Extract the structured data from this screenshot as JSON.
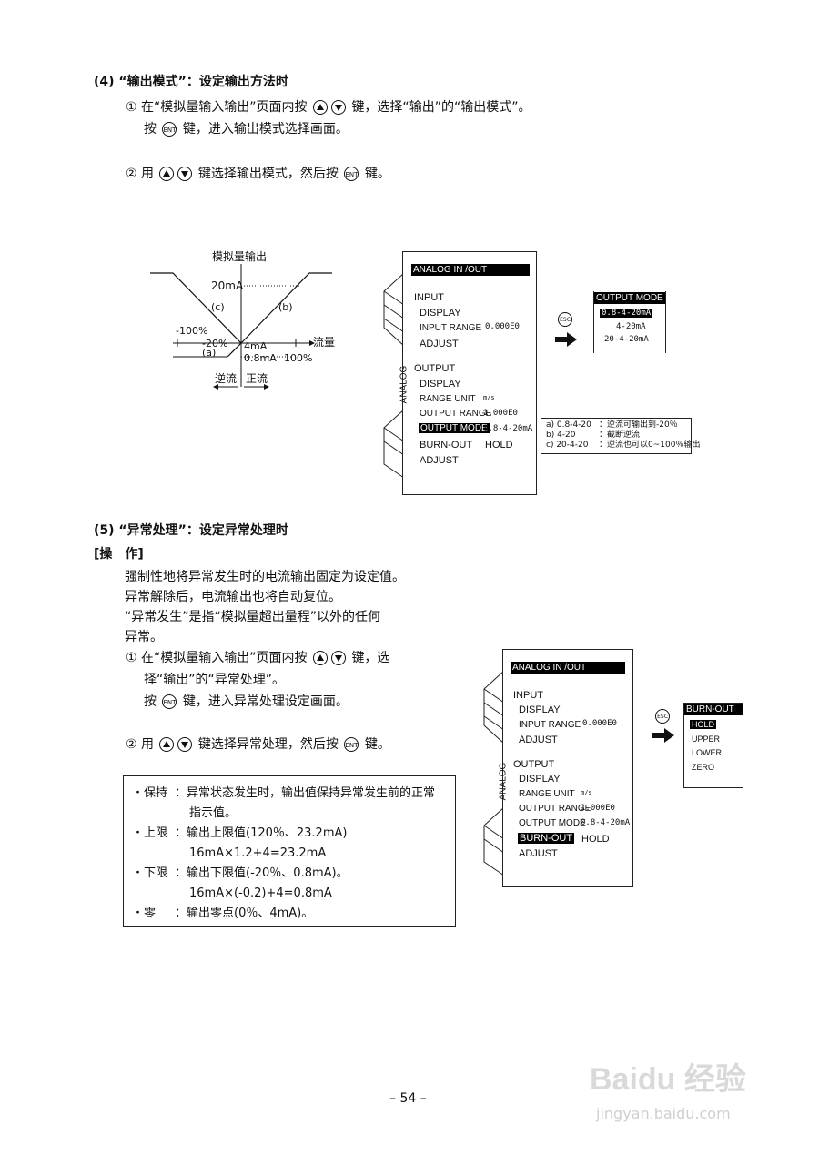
{
  "section4": {
    "heading": "(4) “输出模式”：设定输出方法时",
    "step1_circle": "①",
    "step1_a": "在“模拟量输入输出”页面内按",
    "step1_b": "键，选择“输出”的“输出模式”。",
    "step1_c": "按",
    "step1_d": "键，进入输出模式选择画面。",
    "step2_circle": "②",
    "step2_a": "用",
    "step2_b": "键选择输出模式，然后按",
    "step2_c": "键。"
  },
  "keys": {
    "ent": "ENT",
    "esc": "ESC"
  },
  "graph": {
    "title": "模拟量输出",
    "label_20ma": "20mA",
    "label_c": "(c)",
    "label_b": "(b)",
    "label_neg100": "-100%",
    "label_neg20": "-20%",
    "label_a": "(a)",
    "label_4ma": "4mA",
    "label_08ma": "0.8mA",
    "label_100": "100%",
    "label_flow": "流量",
    "label_reverse": "逆流",
    "label_forward": "正流"
  },
  "screen1": {
    "title": "ANALOG IN /OUT",
    "side_label": "ANALOG",
    "input": "INPUT",
    "display": "DISPLAY",
    "input_range": "INPUT RANGE",
    "input_range_val": "0.000E0",
    "adjust": "ADJUST",
    "output": "OUTPUT",
    "display2": "DISPLAY",
    "range_unit": "RANGE UNIT",
    "range_unit_val": "m/s",
    "output_range": "OUTPUT RANGE",
    "output_range_val": "1.000E0",
    "output_mode": "OUTPUT MODE",
    "output_mode_val": "0.8-4-20mA",
    "burn_out": "BURN-OUT",
    "burn_out_val": "HOLD",
    "adjust2": "ADJUST"
  },
  "popup1": {
    "title": "OUTPUT MODE",
    "opt1": "0.8-4-20mA",
    "opt2": "4-20mA",
    "opt3": "20-4-20mA"
  },
  "legend1": {
    "a_key": "a) 0.8-4-20",
    "a_val": "：逆流可输出到-20％",
    "b_key": "b) 4-20",
    "b_val": "：截断逆流",
    "c_key": "c) 20-4-20",
    "c_val": "：逆流也可以0~100％输出"
  },
  "section5": {
    "heading": "(5) “异常处理”：设定异常处理时",
    "op_heading": "[操　作]",
    "p1": "强制性地将异常发生时的电流输出固定为设定值。",
    "p2": "异常解除后，电流输出也将自动复位。",
    "p3": "“异常发生”是指“模拟量超出量程”以外的任何",
    "p4": "异常。",
    "step1_circle": "①",
    "step1_a": "在“模拟量输入输出”页面内按",
    "step1_b": "键，选",
    "step1_c": "择“输出”的“异常处理”。",
    "step1_d": "按",
    "step1_e": "键，进入异常处理设定画面。",
    "step2_circle": "②",
    "step2_a": "用",
    "step2_b": "键选择异常处理，然后按",
    "step2_c": "键。"
  },
  "notes": {
    "hold_k": "・保持",
    "hold_v1": "：异常状态发生时，输出值保持异常发生前的正常",
    "hold_v2": "指示值。",
    "upper_k": "・上限",
    "upper_v1": "：输出上限值(120％、23.2mA)",
    "upper_v2": "16mA×1.2+4=23.2mA",
    "lower_k": "・下限",
    "lower_v1": "：输出下限值(-20％、0.8mA)。",
    "lower_v2": "16mA×(-0.2)+4=0.8mA",
    "zero_k": "・零",
    "zero_v1": "：输出零点(0％、4mA)。"
  },
  "screen2": {
    "title": "ANALOG IN /OUT",
    "side_label": "ANALOG",
    "input": "INPUT",
    "display": "DISPLAY",
    "input_range": "INPUT RANGE",
    "input_range_val": "0.000E0",
    "adjust": "ADJUST",
    "output": "OUTPUT",
    "display2": "DISPLAY",
    "range_unit": "RANGE UNIT",
    "range_unit_val": "m/s",
    "output_range": "OUTPUT RANGE",
    "output_range_val": "1.000E0",
    "output_mode": "OUTPUT MODE",
    "output_mode_val": "0.8-4-20mA",
    "burn_out": "BURN-OUT",
    "burn_out_val": "HOLD",
    "adjust2": "ADJUST"
  },
  "popup2": {
    "title": "BURN-OUT",
    "opt1": "HOLD",
    "opt2": "UPPER",
    "opt3": "LOWER",
    "opt4": "ZERO"
  },
  "page_number": "– 54 –",
  "watermark": {
    "brand": "Baidu 经验",
    "url": "jingyan.baidu.com"
  }
}
